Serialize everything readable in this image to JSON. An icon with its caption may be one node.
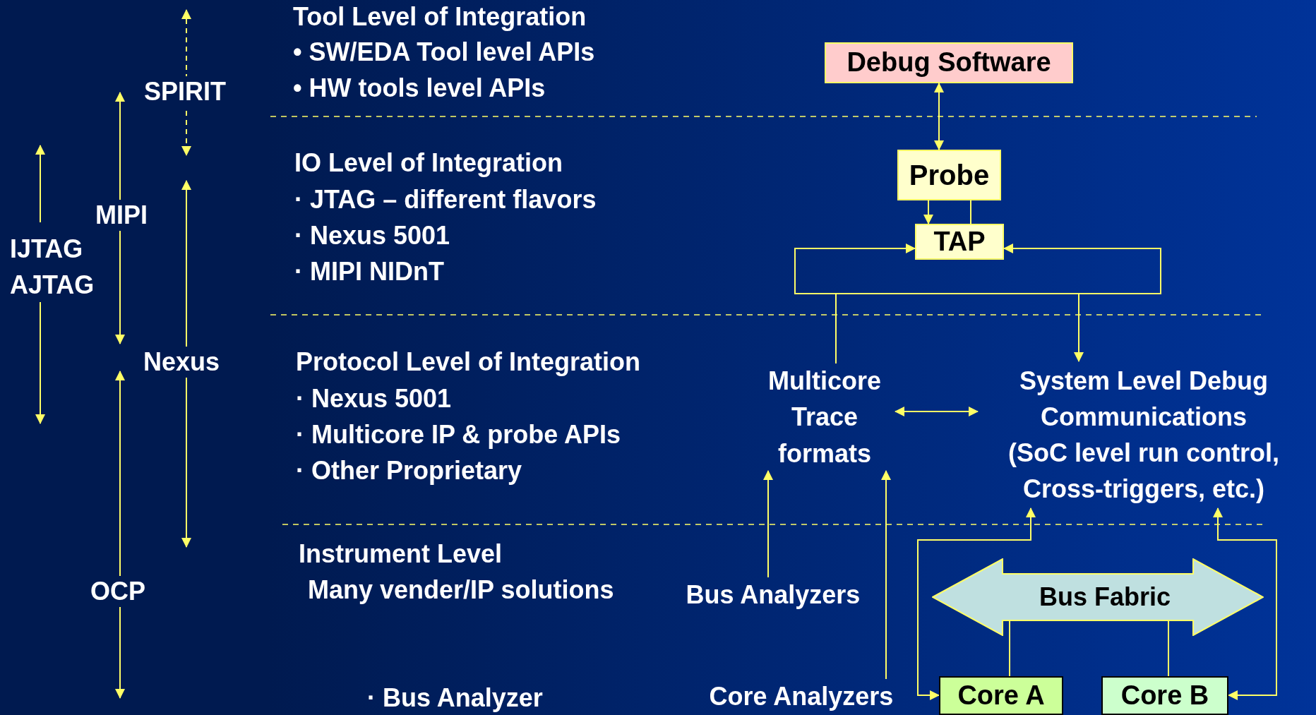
{
  "diagram": {
    "nodes": [
      {
        "text": [
          "Debug Software"
        ]
      },
      {
        "text": [
          "Probe"
        ]
      },
      {
        "text": [
          "TAP"
        ]
      },
      {
        "text": [
          "Multicore Trace formats"
        ]
      },
      {
        "text": [
          "System Level Debug Communications",
          "(SoC level run control, Cross-triggers, etc.)"
        ]
      },
      {
        "text": [
          "Bus Analyzers"
        ]
      },
      {
        "text": [
          "Core Analyzers"
        ]
      },
      {
        "text": [
          "Bus Fabric"
        ]
      },
      {
        "text": [
          "Core A"
        ]
      },
      {
        "text": [
          "Core B"
        ]
      }
    ],
    "edges": [
      {
        "from": 0,
        "to": 1,
        "arrow": "both"
      },
      {
        "from": 1,
        "to": 2,
        "arrow": "to"
      },
      {
        "from": 1,
        "to": 2,
        "arrow": "none"
      },
      {
        "from": 3,
        "to": 2,
        "arrow": "to"
      },
      {
        "from": 4,
        "to": 2,
        "arrow": "both"
      },
      {
        "from": 3,
        "to": 4,
        "arrow": "both"
      },
      {
        "from": 5,
        "to": 3,
        "arrow": "to"
      },
      {
        "from": 6,
        "to": 3,
        "arrow": "to"
      },
      {
        "from": 4,
        "to": 8,
        "arrow": "both"
      },
      {
        "from": 7,
        "to": 8,
        "arrow": "none"
      },
      {
        "from": 4,
        "to": 9,
        "arrow": "both"
      },
      {
        "from": 7,
        "to": 9,
        "arrow": "none"
      }
    ],
    "labels": [
      "Tool Level of Integration",
      "• SW/EDA Tool level APIs",
      "SPIRIT",
      "• HW tools level APIs",
      "IO Level of Integration",
      "· JTAG – different flavors",
      "MIPI",
      "· Nexus 5001",
      "IJTAG",
      "AJTAG",
      "· MIPI NIDnT",
      "Nexus",
      "Protocol Level of Integration",
      "· Nexus 5001",
      "· Multicore IP & probe APIs",
      "· Other Proprietary",
      "Instrument Level",
      "Many vender/IP solutions",
      "OCP",
      "· Bus Analyzer"
    ]
  }
}
